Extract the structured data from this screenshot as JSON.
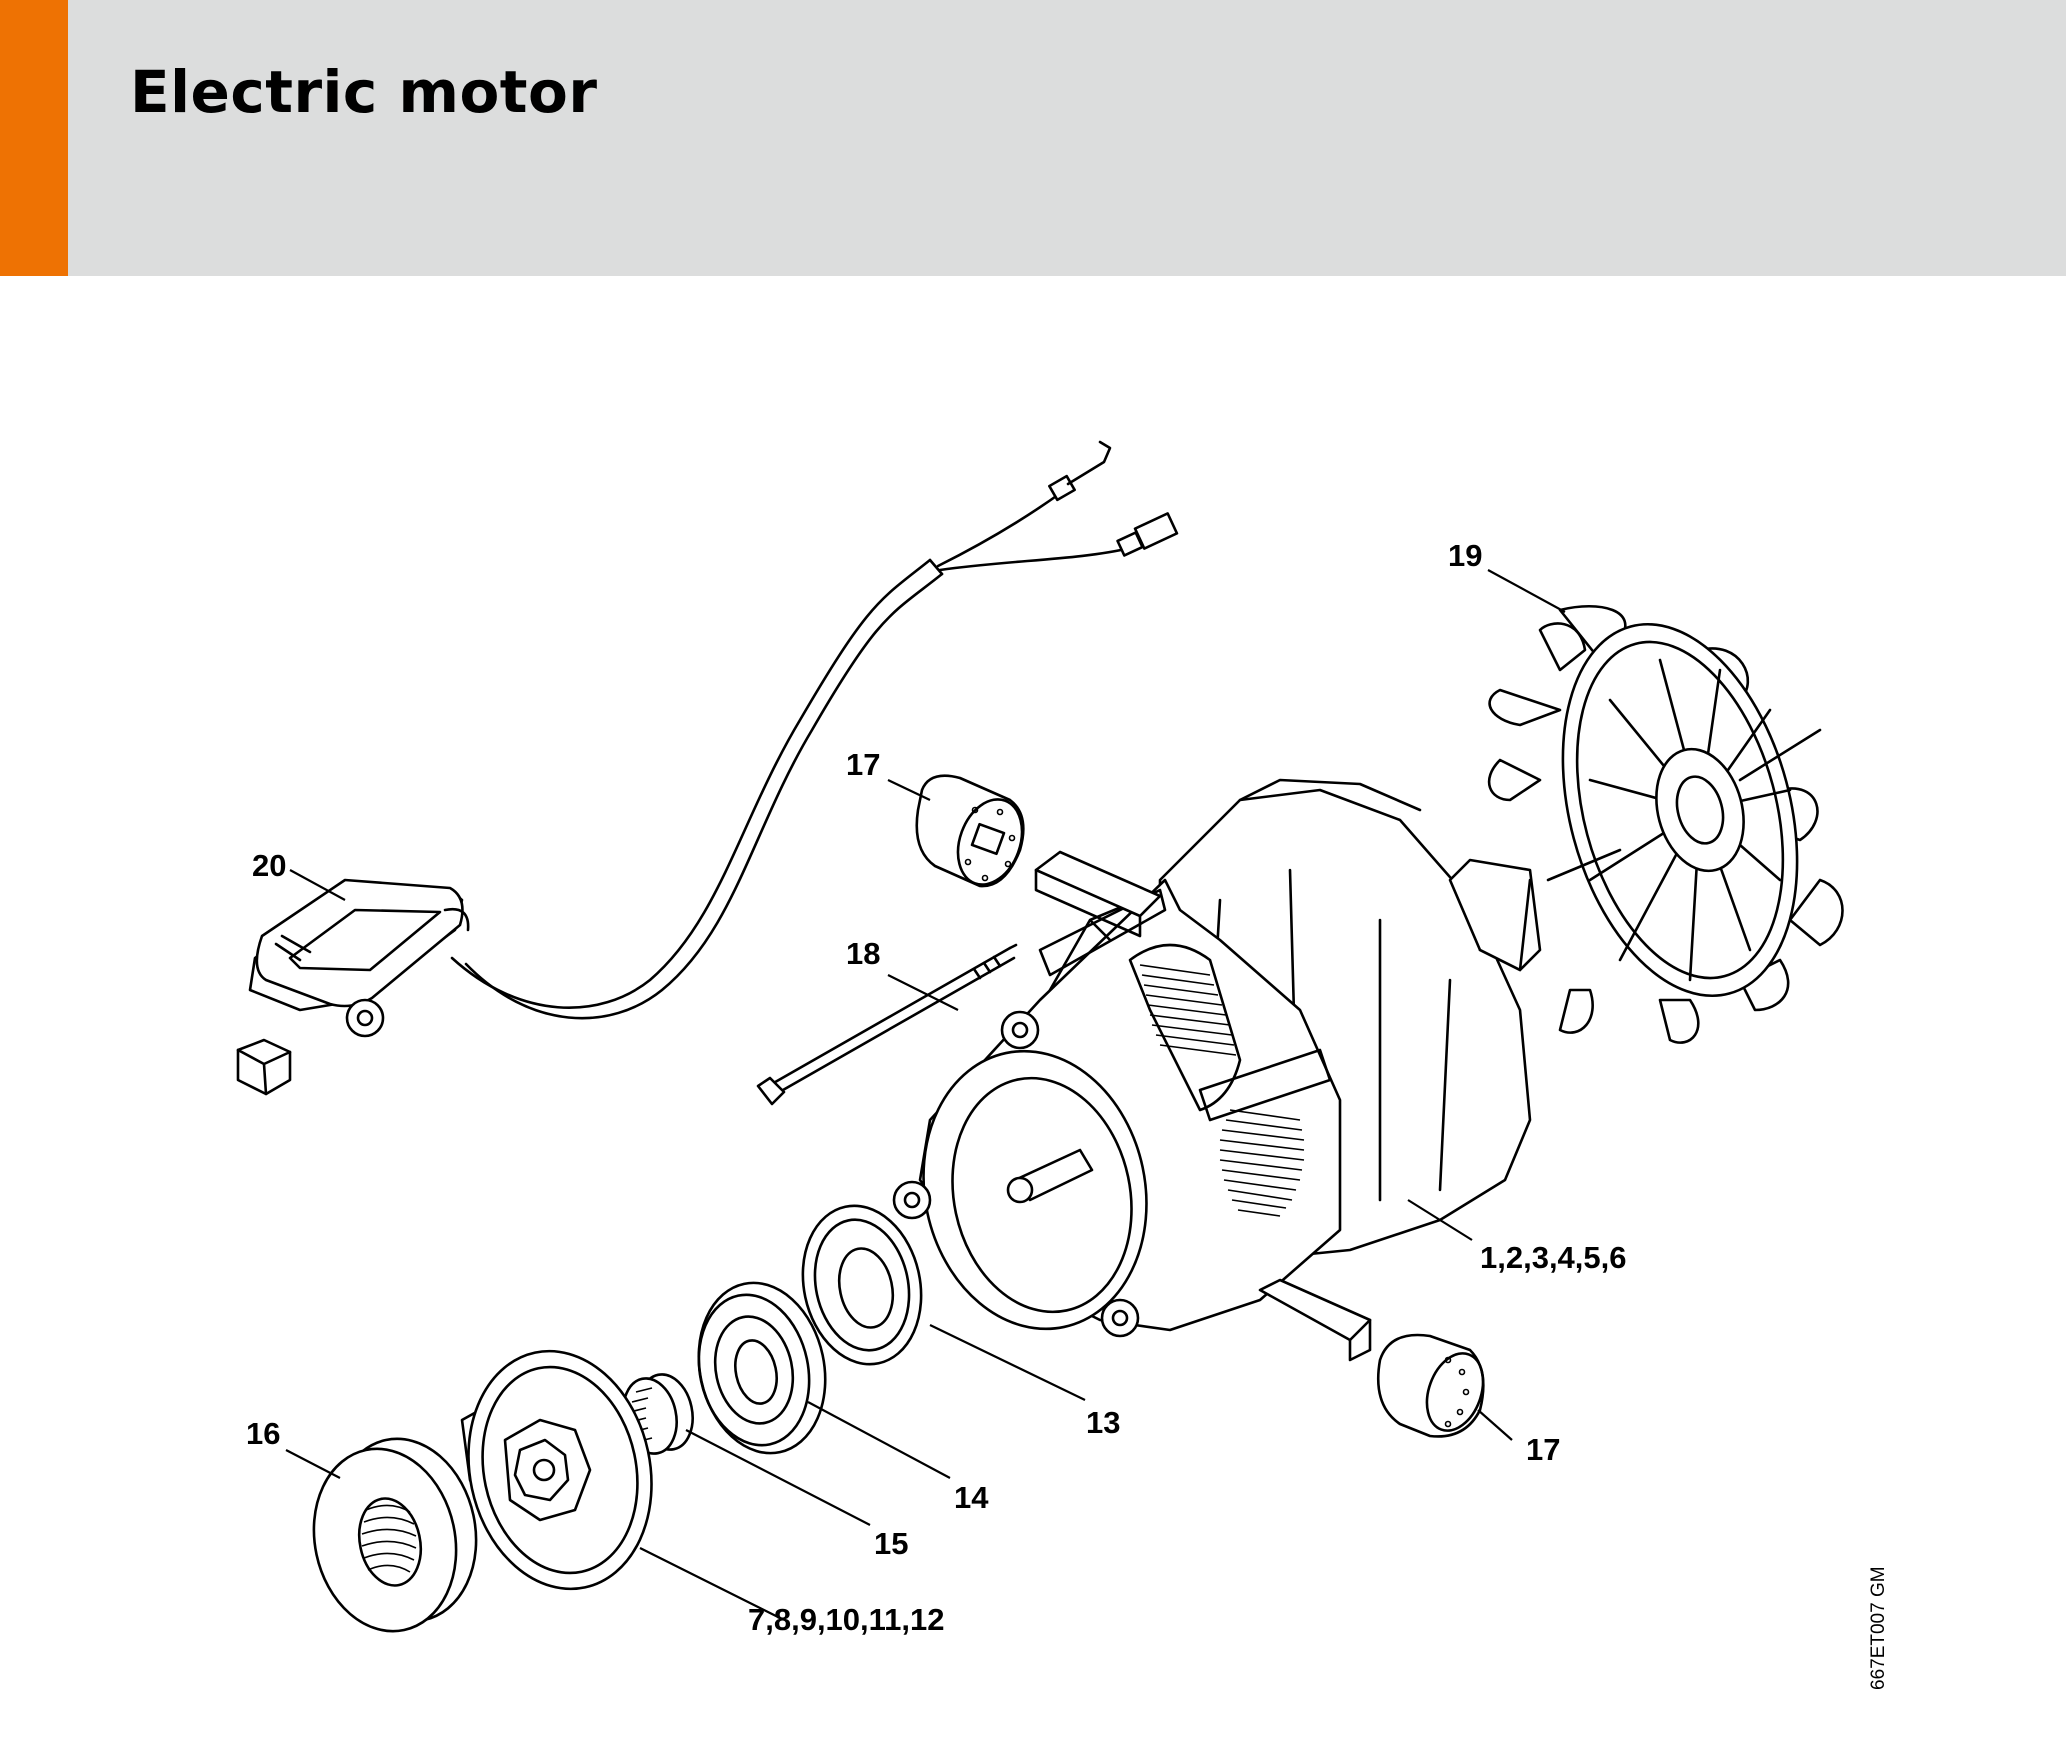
{
  "header": {
    "title": "Electric motor",
    "accent_color": "#ee7203",
    "background_color": "#dcdddd"
  },
  "diagram": {
    "callouts": {
      "motor": "1,2,3,4,5,6",
      "clutch": "7,8,9,10,11,12",
      "seal_ring": "13",
      "ball_bearing": "14",
      "needle_cage": "15",
      "nut": "16",
      "brush_top": "17",
      "brush_bottom": "17",
      "screw": "18",
      "fan": "19",
      "switch": "20"
    },
    "drawing_code": "667ET007 GM"
  }
}
